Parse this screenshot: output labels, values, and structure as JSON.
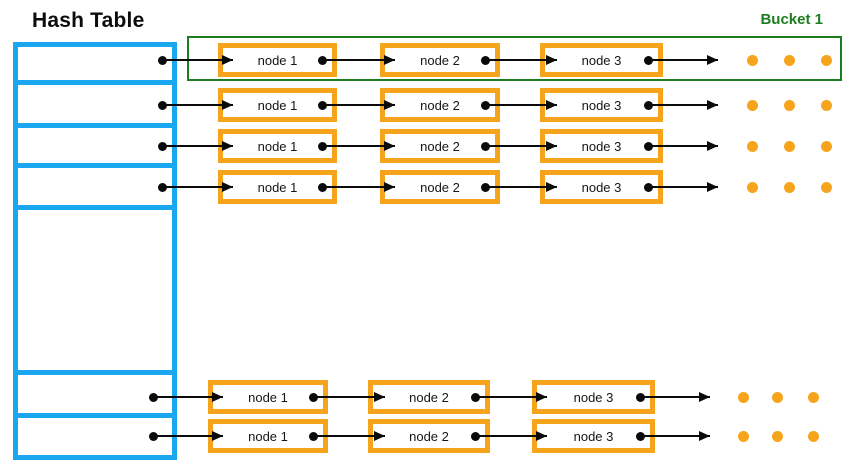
{
  "title": "Hash Table",
  "bucket_label": "Bucket 1",
  "colors": {
    "blue": "#1BA7F0",
    "orange": "#F7A41D",
    "green": "#1B7E1F",
    "ink": "#0A0A0A"
  },
  "rows": [
    {
      "nodes": [
        "node 1",
        "node 2",
        "node 3"
      ]
    },
    {
      "nodes": [
        "node 1",
        "node 2",
        "node 3"
      ]
    },
    {
      "nodes": [
        "node 1",
        "node 2",
        "node 3"
      ]
    },
    {
      "nodes": [
        "node 1",
        "node 2",
        "node 3"
      ]
    },
    {
      "nodes": [
        "node 1",
        "node 2",
        "node 3"
      ]
    },
    {
      "nodes": [
        "node 1",
        "node 2",
        "node 3"
      ]
    }
  ]
}
